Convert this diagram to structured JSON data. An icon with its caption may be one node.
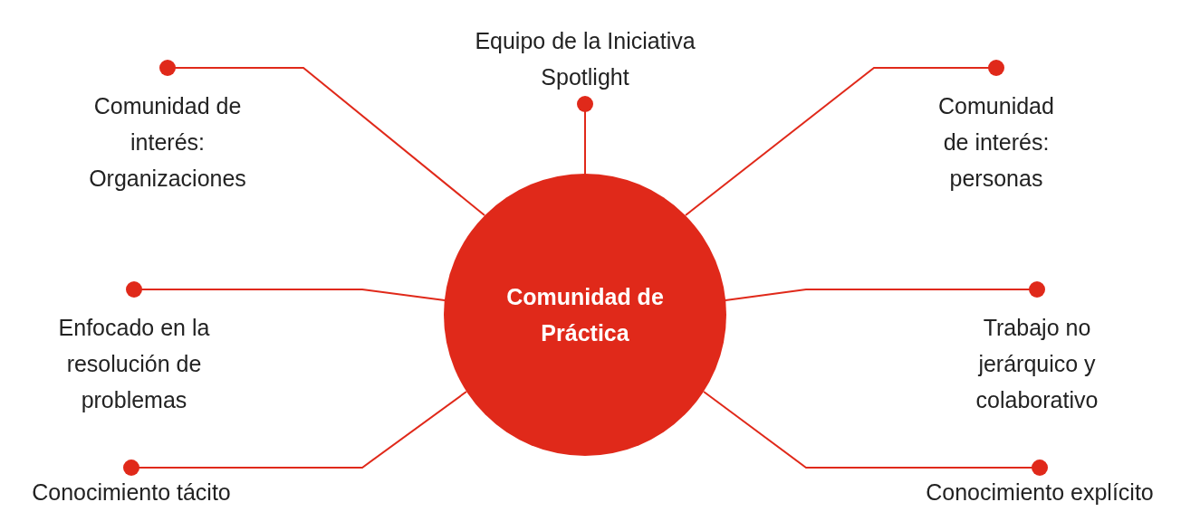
{
  "diagram": {
    "nodes": [
      {
        "text": [
          "Comunidad de Práctica"
        ]
      },
      {
        "text": [
          "Equipo de la Iniciativa Spotlight"
        ]
      },
      {
        "text": [
          "Comunidad de interés: Organizaciones"
        ]
      },
      {
        "text": [
          "Comunidad de interés: personas"
        ]
      },
      {
        "text": [
          "Enfocado en la resolución de problemas"
        ]
      },
      {
        "text": [
          "Trabajo no jerárquico y colaborativo"
        ]
      },
      {
        "text": [
          "Conocimiento tácito"
        ]
      },
      {
        "text": [
          "Conocimiento explícito"
        ]
      }
    ],
    "edges": [
      {
        "from": 0,
        "to": 1,
        "arrow": "other"
      },
      {
        "from": 0,
        "to": 2,
        "arrow": "other"
      },
      {
        "from": 0,
        "to": 3,
        "arrow": "other"
      },
      {
        "from": 0,
        "to": 4,
        "arrow": "other"
      },
      {
        "from": 0,
        "to": 5,
        "arrow": "other"
      },
      {
        "from": 0,
        "to": 6,
        "arrow": "other"
      },
      {
        "from": 0,
        "to": 7,
        "arrow": "other"
      }
    ]
  }
}
